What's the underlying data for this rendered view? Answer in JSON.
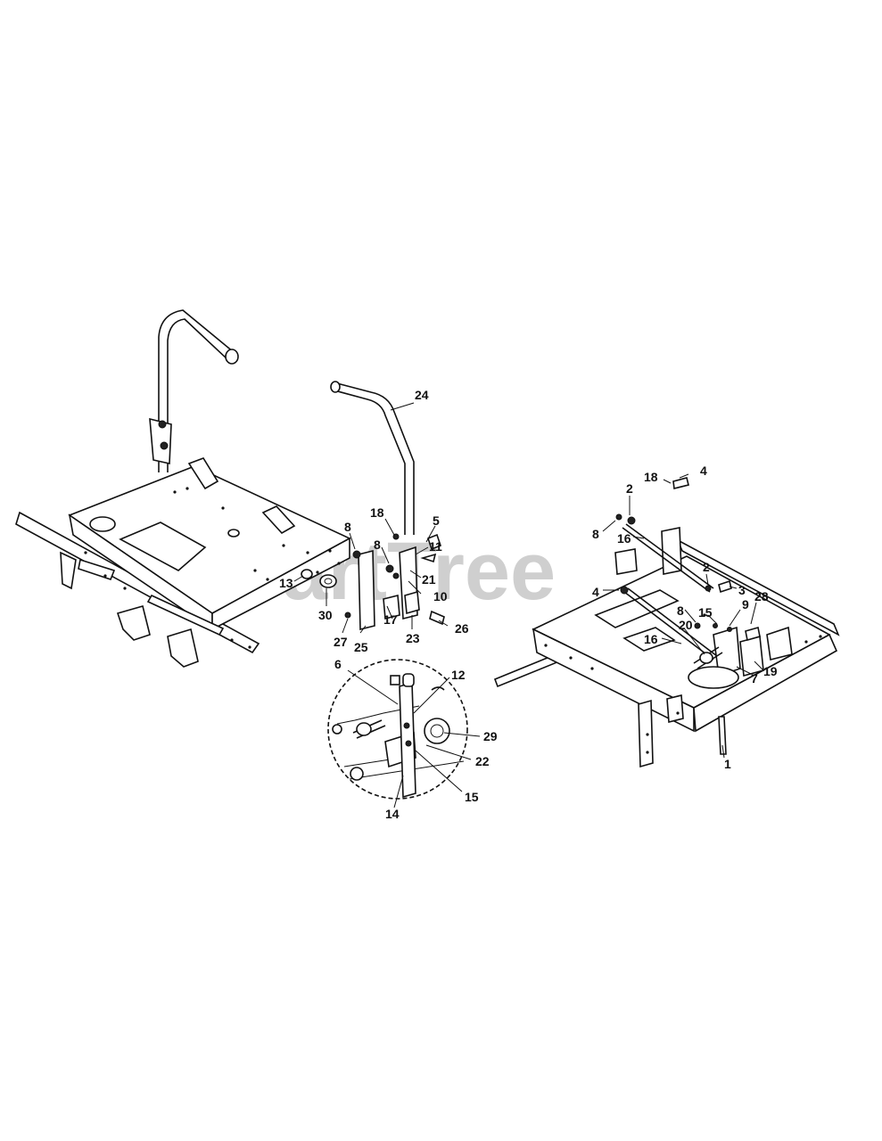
{
  "watermark": "PartTree",
  "callouts": {
    "c24": "24",
    "c18a": "18",
    "c5": "5",
    "c11": "11",
    "c8a": "8",
    "c8b": "8",
    "c21": "21",
    "c10": "10",
    "c13": "13",
    "c30": "30",
    "c17": "17",
    "c23": "23",
    "c26": "26",
    "c27": "27",
    "c25": "25",
    "c6": "6",
    "c12": "12",
    "c29": "29",
    "c22": "22",
    "c15a": "15",
    "c14": "14",
    "c18b": "18",
    "c4a": "4",
    "c2a": "2",
    "c8c": "8",
    "c16a": "16",
    "c2b": "2",
    "c3": "3",
    "c4b": "4",
    "c28": "28",
    "c8d": "8",
    "c15b": "15",
    "c9": "9",
    "c20": "20",
    "c16b": "16",
    "c7": "7",
    "c19": "19",
    "c1": "1"
  }
}
